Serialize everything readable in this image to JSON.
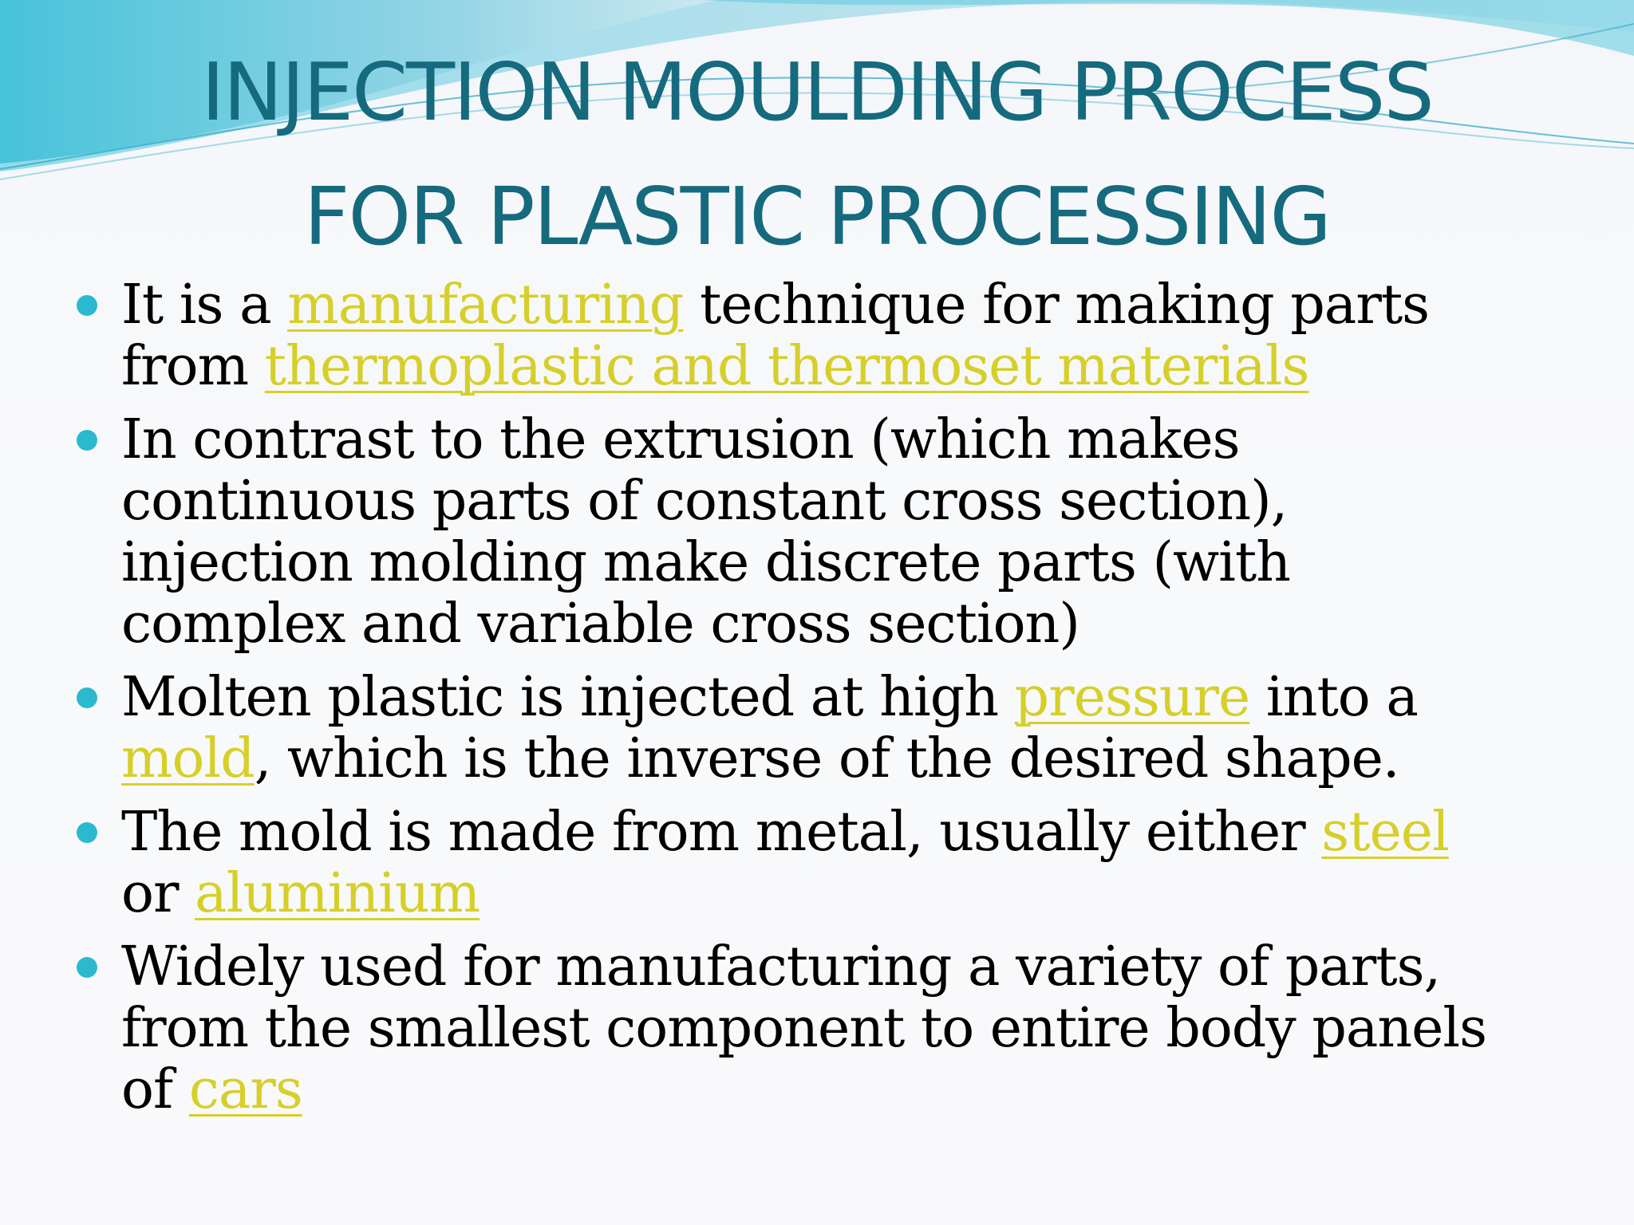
{
  "title": {
    "line1": "INJECTION MOULDING PROCESS",
    "line2": "FOR PLASTIC PROCESSING"
  },
  "colors": {
    "title": "#156a7e",
    "bullet": "#2bb9cf",
    "link": "#d6cf2a",
    "body_text": "#000000",
    "wave_light": "#bfe6f0",
    "wave_mid": "#7fd0e2",
    "wave_dark": "#3fb3cf"
  },
  "bullets": [
    {
      "line1": {
        "pre": "It is a ",
        "link": "manufacturing",
        "post": " technique for making parts"
      },
      "line2": {
        "pre": "from ",
        "link": "thermoplastic and thermoset materials"
      }
    },
    {
      "lines": [
        "In contrast to the extrusion (which makes",
        "continuous parts of constant cross section),",
        "injection molding make discrete parts (with",
        "complex and variable cross section)"
      ]
    },
    {
      "line1": {
        "pre": "Molten plastic is injected at high ",
        "link": "pressure",
        "post": " into a"
      },
      "line2": {
        "link": "mold",
        "post": ", which is the inverse of the desired shape."
      }
    },
    {
      "line1": {
        "pre": "The mold is made from metal, usually either ",
        "link": "steel"
      },
      "line2": {
        "pre": "or ",
        "link": "aluminium"
      }
    },
    {
      "line1": "Widely used for manufacturing a variety of parts,",
      "line2": "from the smallest component to entire body panels",
      "line3": {
        "pre": "of ",
        "link": "cars"
      }
    }
  ]
}
